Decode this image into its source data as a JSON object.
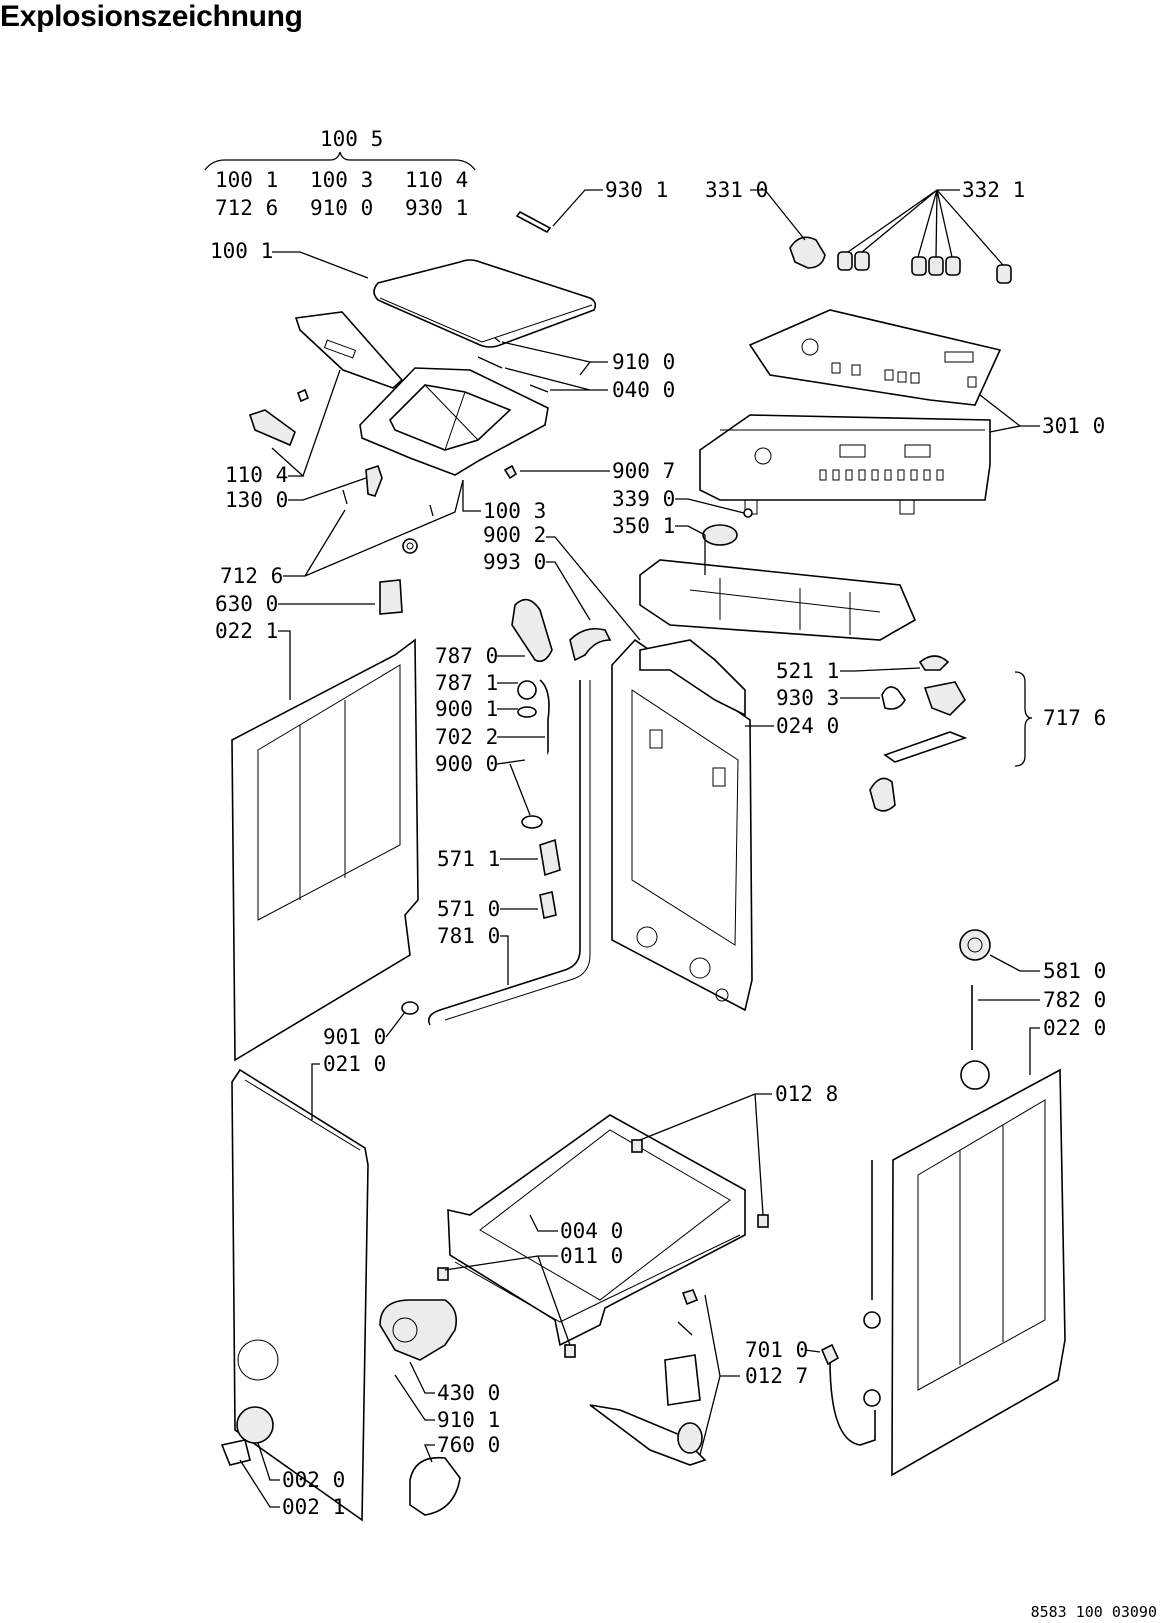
{
  "title": "Explosionszeichnung",
  "footer_code": "8583 100 03090",
  "group_header": "100 5",
  "group_codes": [
    "100 1",
    "100 3",
    "110 4",
    "712 6",
    "910 0",
    "930 1"
  ],
  "labels": {
    "l1001": "100 1",
    "l9301": "930 1",
    "l3310": "331 0",
    "l3321": "332 1",
    "l9100": "910 0",
    "l0400": "040 0",
    "l3010": "301 0",
    "l1104": "110 4",
    "l1300": "130 0",
    "l9007": "900 7",
    "l3390": "339 0",
    "l3501": "350 1",
    "l1003": "100 3",
    "l9002": "900 2",
    "l9930": "993 0",
    "l7126": "712 6",
    "l6300": "630 0",
    "l0221": "022 1",
    "l7870": "787 0",
    "l7871": "787 1",
    "l9001": "900 1",
    "l7022": "702 2",
    "l9000": "900 0",
    "l5211": "521 1",
    "l9303": "930 3",
    "l0240": "024 0",
    "l7176": "717 6",
    "l5711": "571 1",
    "l5710": "571 0",
    "l7810": "781 0",
    "l5810": "581 0",
    "l7820": "782 0",
    "l0220": "022 0",
    "l9010": "901 0",
    "l0210": "021 0",
    "l0128": "012 8",
    "l0040": "004 0",
    "l0110": "011 0",
    "l7010": "701 0",
    "l0127": "012 7",
    "l4300": "430 0",
    "l9101": "910 1",
    "l7600": "760 0",
    "l0200": "002 0",
    "l0211": "002 1"
  }
}
